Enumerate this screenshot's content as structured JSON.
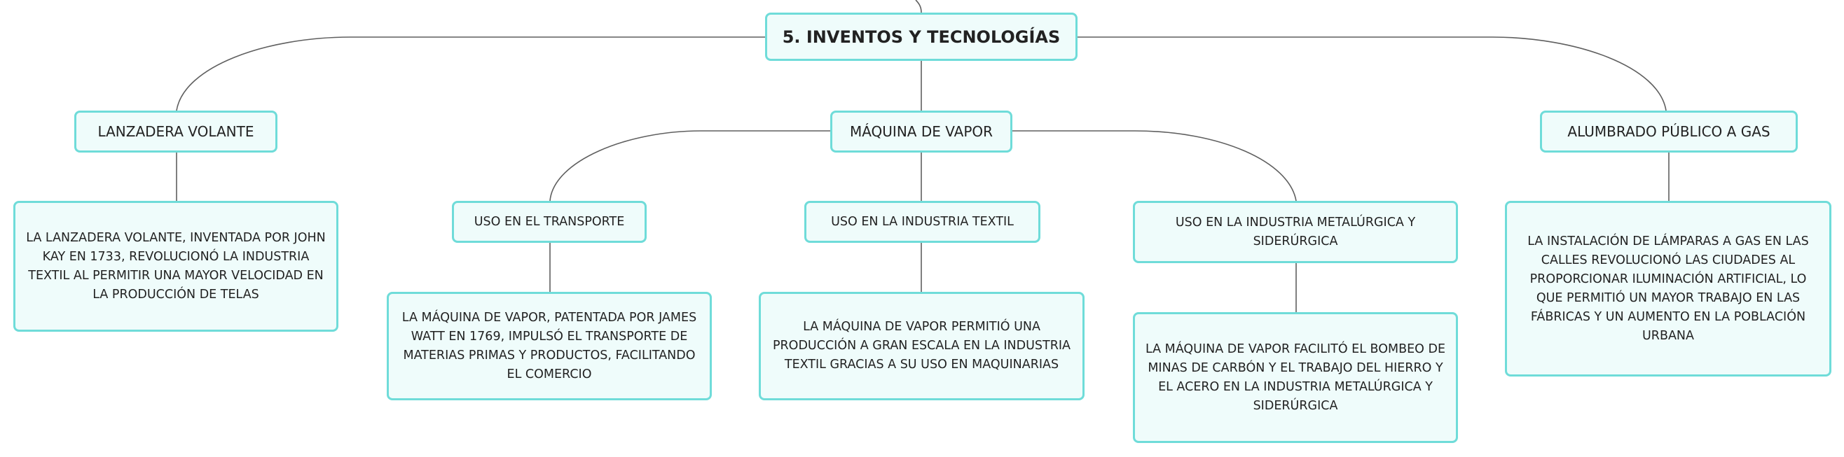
{
  "diagram": {
    "root": {
      "label": "5. INVENTOS Y TECNOLOGÍAS"
    },
    "branches": [
      {
        "label": "LANZADERA VOLANTE",
        "detail": "LA LANZADERA VOLANTE, INVENTADA POR JOHN KAY EN 1733, REVOLUCIONÓ LA INDUSTRIA TEXTIL AL PERMITIR UNA MAYOR VELOCIDAD EN LA PRODUCCIÓN DE TELAS"
      },
      {
        "label": "MÁQUINA DE VAPOR",
        "children": [
          {
            "label": "USO EN EL TRANSPORTE",
            "detail": "LA MÁQUINA DE VAPOR, PATENTADA POR JAMES WATT EN 1769, IMPULSÓ EL TRANSPORTE DE MATERIAS PRIMAS Y PRODUCTOS, FACILITANDO EL COMERCIO"
          },
          {
            "label": "USO EN LA INDUSTRIA TEXTIL",
            "detail": "LA MÁQUINA DE VAPOR PERMITIÓ UNA PRODUCCIÓN A GRAN ESCALA EN LA INDUSTRIA TEXTIL GRACIAS A SU USO EN MAQUINARIAS"
          },
          {
            "label": "USO EN LA INDUSTRIA METALÚRGICA Y SIDERÚRGICA",
            "detail": "LA MÁQUINA DE VAPOR FACILITÓ EL BOMBEO DE MINAS DE CARBÓN Y EL TRABAJO DEL HIERRO Y EL ACERO EN LA INDUSTRIA METALÚRGICA Y SIDERÚRGICA"
          }
        ]
      },
      {
        "label": "ALUMBRADO PÚBLICO A GAS",
        "detail": "LA INSTALACIÓN DE LÁMPARAS A GAS EN LAS CALLES REVOLUCIONÓ LAS CIUDADES AL PROPORCIONAR ILUMINACIÓN ARTIFICIAL, LO QUE PERMITIÓ UN MAYOR TRABAJO EN LAS FÁBRICAS Y UN AUMENTO EN LA POBLACIÓN URBANA"
      }
    ]
  },
  "colors": {
    "node_border": "#6fdcd9",
    "node_fill": "#effcfb",
    "connector": "#5f5f5f",
    "text": "#222222"
  }
}
